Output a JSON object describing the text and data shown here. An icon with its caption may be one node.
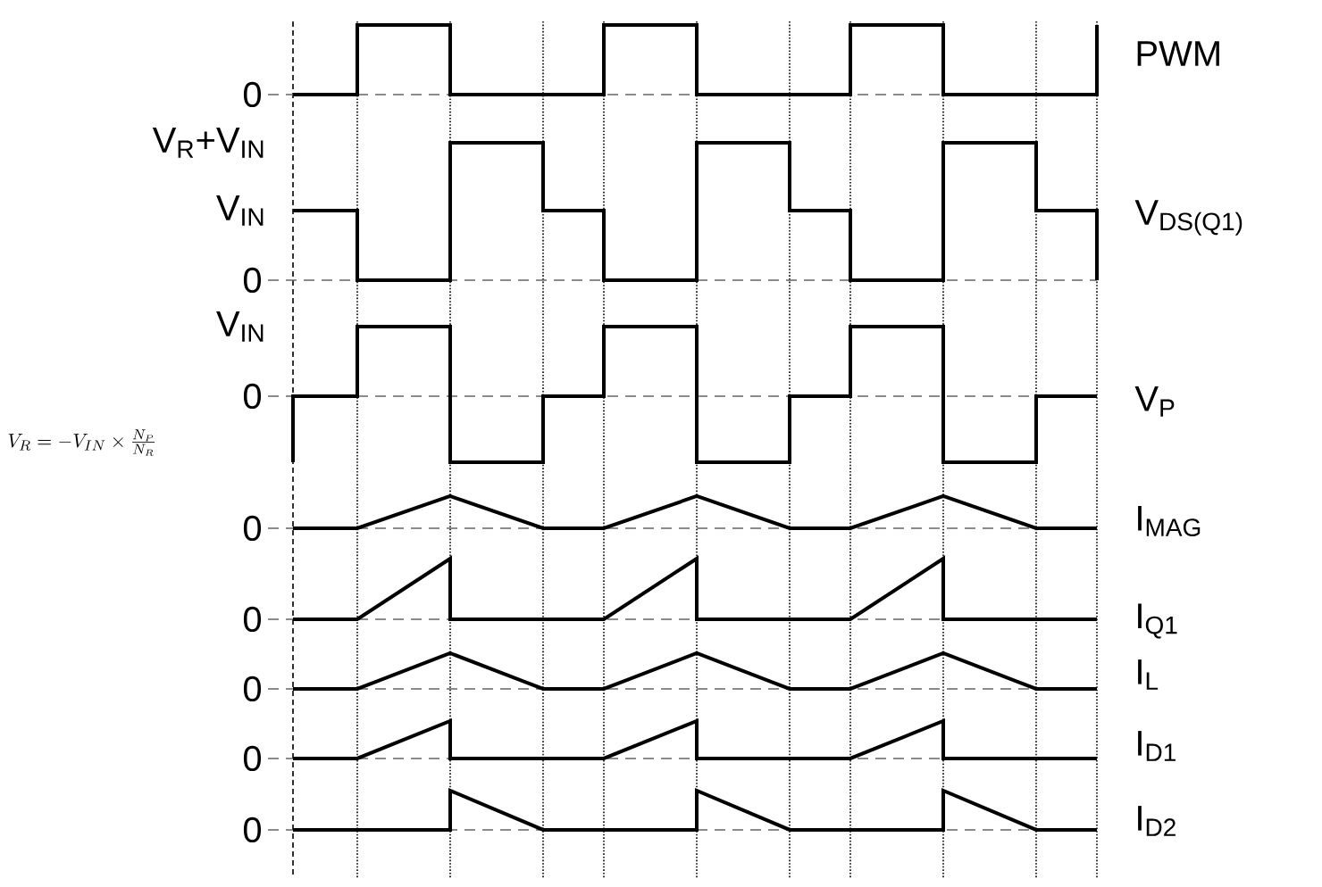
{
  "diagram": {
    "labels": [
      "PWM",
      "0",
      "V$_{R}$+V$_{IN}$",
      "V$_{IN}$",
      "V$_{DS(Q1)}$",
      "0",
      "V$_{IN}$",
      "0",
      "V$_{P}$",
      "V_R = -V_{IN} \\times \\frac{N_P}{N_R}",
      "0",
      "I$_{MAG}$",
      "0",
      "I$_{Q1}$",
      "I$_{L}$",
      "0",
      "0",
      "I$_{D1}$",
      "0",
      "I$_{D2}$"
    ]
  }
}
